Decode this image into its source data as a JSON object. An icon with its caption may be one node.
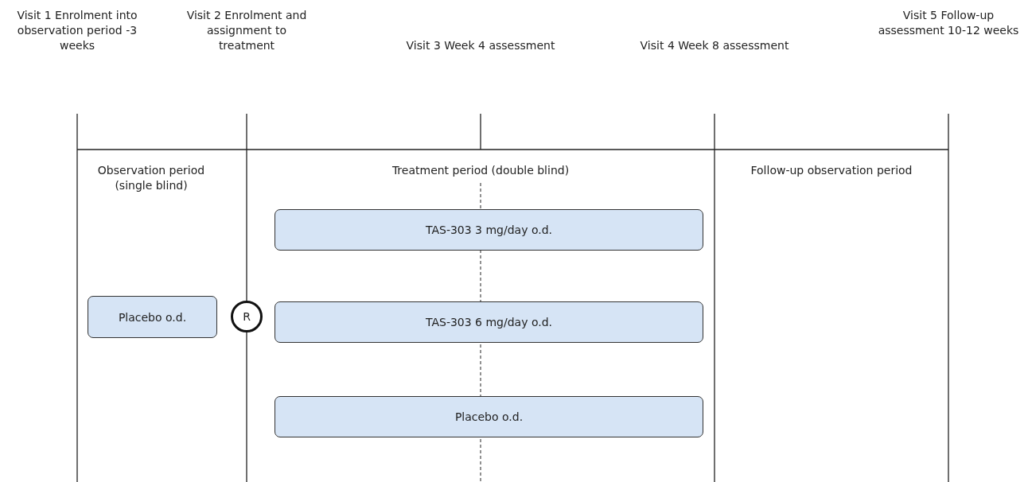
{
  "diagram": {
    "nodes": [
      {
        "text": [
          "Placebo o.d."
        ]
      },
      {
        "text": [
          "R"
        ]
      },
      {
        "text": [
          "TAS-303 3 mg/day o.d."
        ]
      },
      {
        "text": [
          "TAS-303 6 mg/day o.d."
        ]
      },
      {
        "text": [
          "Placebo o.d."
        ]
      }
    ],
    "labels": [
      "Visit 1 Enrolment into observation period -3 weeks",
      "Visit 2 Enrolment and assignment to treatment",
      "Visit 3 Week 4 assessment",
      "Visit 4 Week 8 assessment",
      "Visit 5 Follow-up assessment 10-12 weeks",
      "Observation period (single blind)",
      "Treatment period (double blind)",
      "Follow-up observation period"
    ]
  }
}
